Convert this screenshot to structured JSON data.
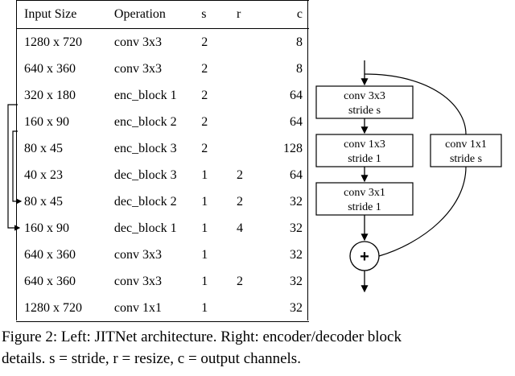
{
  "table": {
    "headers": [
      "Input Size",
      "Operation",
      "s",
      "r",
      "c"
    ],
    "rows": [
      {
        "size": "1280 x 720",
        "op": "conv 3x3",
        "s": "2",
        "r": "",
        "c": "8"
      },
      {
        "size": "640 x 360",
        "op": "conv 3x3",
        "s": "2",
        "r": "",
        "c": "8"
      },
      {
        "size": "320 x 180",
        "op": "enc_block 1",
        "s": "2",
        "r": "",
        "c": "64"
      },
      {
        "size": "160 x 90",
        "op": "enc_block 2",
        "s": "2",
        "r": "",
        "c": "64"
      },
      {
        "size": "80 x 45",
        "op": "enc_block 3",
        "s": "2",
        "r": "",
        "c": "128"
      },
      {
        "size": "40 x 23",
        "op": "dec_block 3",
        "s": "1",
        "r": "2",
        "c": "64"
      },
      {
        "size": "80 x 45",
        "op": "dec_block 2",
        "s": "1",
        "r": "2",
        "c": "32"
      },
      {
        "size": "160 x 90",
        "op": "dec_block 1",
        "s": "1",
        "r": "4",
        "c": "32"
      },
      {
        "size": "640 x 360",
        "op": "conv 3x3",
        "s": "1",
        "r": "",
        "c": "32"
      },
      {
        "size": "640 x 360",
        "op": "conv 3x3",
        "s": "1",
        "r": "2",
        "c": "32"
      },
      {
        "size": "1280 x 720",
        "op": "conv 1x1",
        "s": "1",
        "r": "",
        "c": "32"
      }
    ]
  },
  "diagram": {
    "box1": [
      "conv 3x3",
      "stride s"
    ],
    "box2": [
      "conv 1x3",
      "stride 1"
    ],
    "box3": [
      "conv 3x1",
      "stride 1"
    ],
    "side": [
      "conv 1x1",
      "stride s"
    ],
    "sum": "+"
  },
  "caption": {
    "line1": "Figure 2: Left: JITNet architecture. Right: encoder/decoder block",
    "line2": "details. s = stride, r = resize, c = output channels."
  }
}
